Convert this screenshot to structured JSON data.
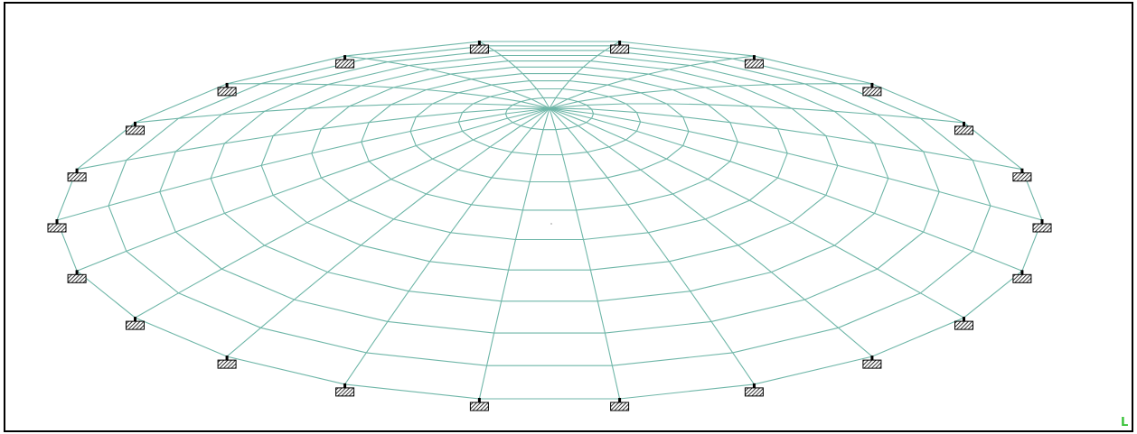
{
  "viewport": {
    "border_color": "#000000",
    "background": "#ffffff"
  },
  "model": {
    "name": "geodesic dome",
    "mesh_color": "#6fb6a8",
    "support_fill": "hatched",
    "support_count": 22,
    "rings": 10,
    "meridians": 22
  },
  "corner_label": {
    "text": "L",
    "color": "#3cc43c"
  }
}
